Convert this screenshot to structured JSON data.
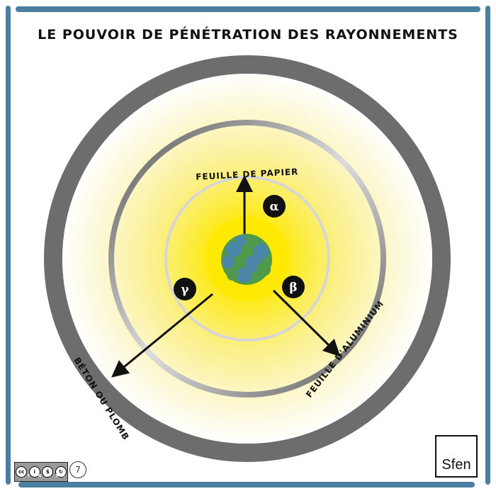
{
  "title": "LE POUVOIR DE PÉNÉTRATION DES RAYONNEMENTS",
  "layers": {
    "paper": "FEUILLE DE PAPIER",
    "aluminium": "FEUILLE D'ALUMINIUM",
    "concrete": "BÉTON OU PLOMB"
  },
  "radiations": {
    "alpha": "α",
    "beta": "β",
    "gamma": "γ"
  },
  "license": {
    "icon": "creative-commons-icon",
    "labels": "BY NC SA"
  },
  "logo": "Sfen",
  "colors": {
    "frame": "#4a7fa0",
    "glow": "#fde900",
    "concrete": "#6b6b6b",
    "nucleus_blue": "#4a86a8",
    "nucleus_green": "#4f9a4a"
  }
}
